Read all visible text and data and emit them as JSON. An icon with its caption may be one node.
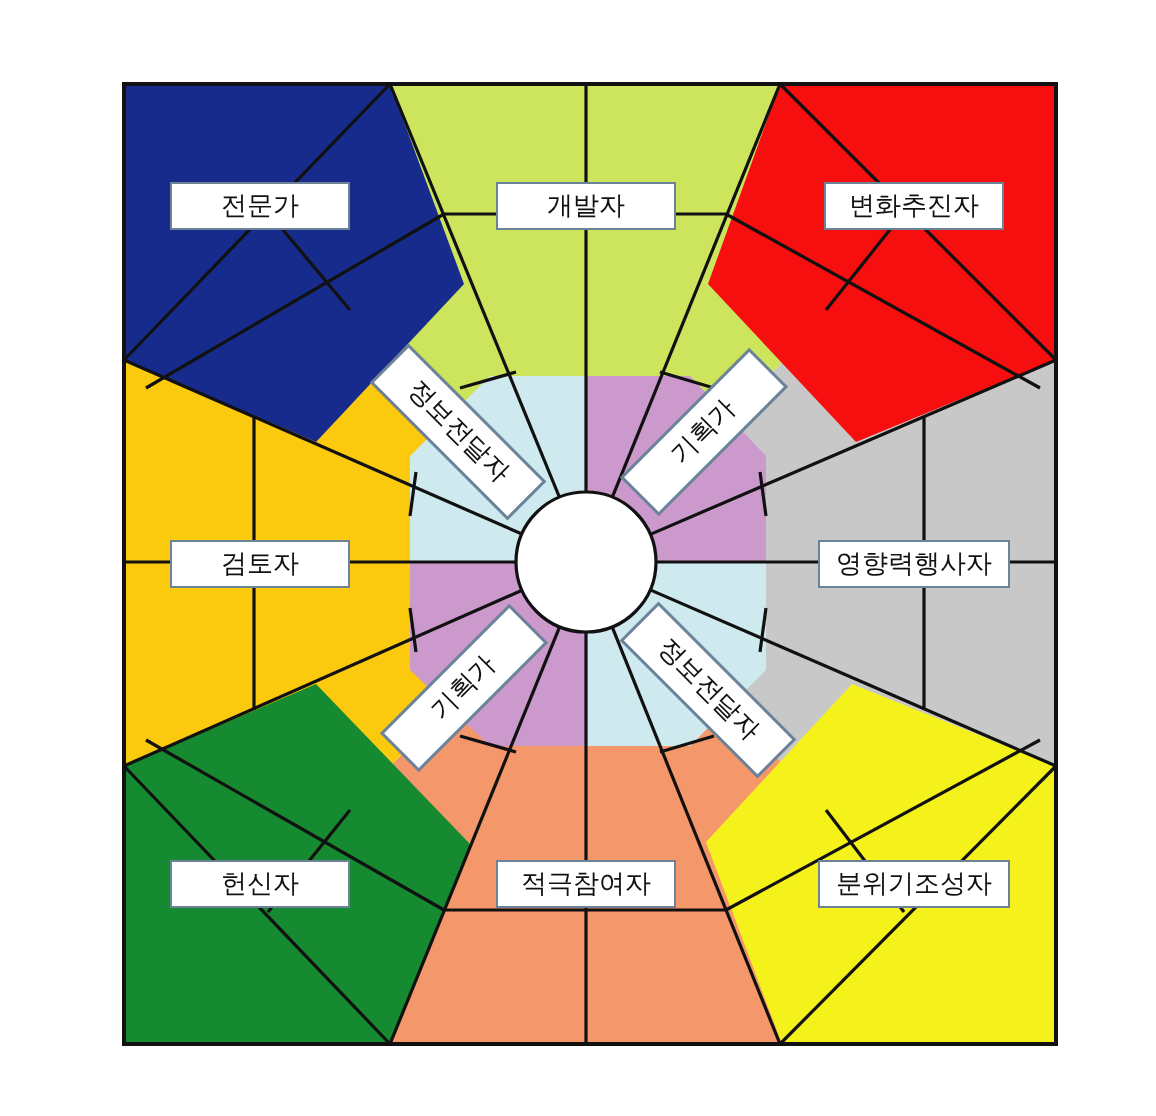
{
  "diagram": {
    "nodes": [
      {
        "text": [
          "전문가"
        ]
      },
      {
        "text": [
          "개발자"
        ]
      },
      {
        "text": [
          "변화추진자"
        ]
      },
      {
        "text": [
          "정보전달자"
        ]
      },
      {
        "text": [
          "기획가"
        ]
      },
      {
        "text": [
          "검토자"
        ]
      },
      {
        "text": [
          "영향력행사자"
        ]
      },
      {
        "text": [
          "기획가"
        ]
      },
      {
        "text": [
          "정보전달자"
        ]
      },
      {
        "text": [
          "헌신자"
        ]
      },
      {
        "text": [
          "적극참여자"
        ]
      },
      {
        "text": [
          "분위기조성자"
        ]
      }
    ]
  }
}
